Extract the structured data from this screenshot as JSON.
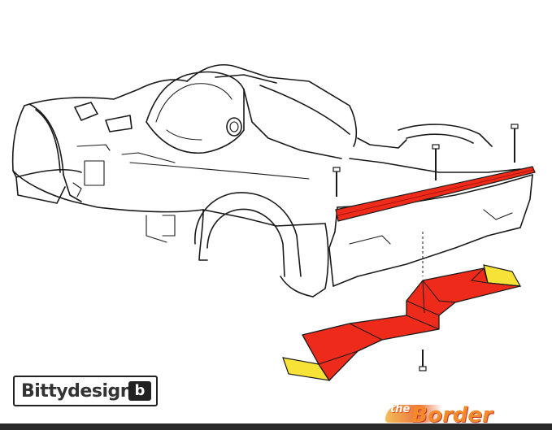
{
  "logo": {
    "text": "Bittydesign",
    "mark": "b"
  },
  "watermark": {
    "prefix": "the",
    "brand": "Border"
  },
  "colors": {
    "part_red": "#ee2a1a",
    "tip_yellow": "#f7e238",
    "ink": "#1a1a1a"
  }
}
